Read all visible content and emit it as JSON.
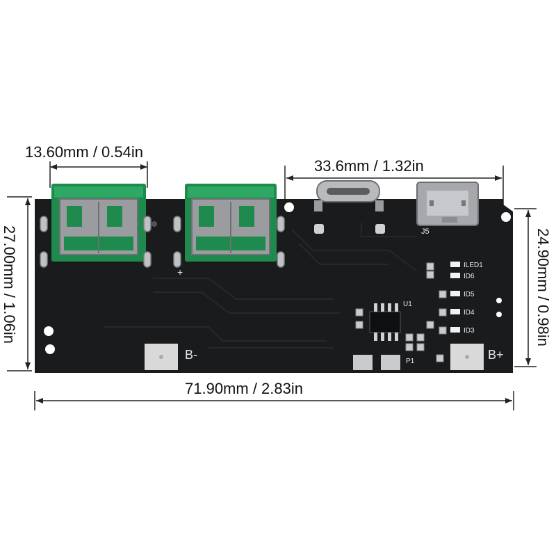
{
  "dimensions": {
    "usb_port_width": "13.60mm / 0.54in",
    "connector_span": "33.6mm / 1.32in",
    "board_length": "71.90mm / 2.83in",
    "board_height_left": "27.00mm / 1.06in",
    "board_height_right": "24.90mm / 0.98in"
  },
  "board": {
    "connector_label_j5": "J5",
    "pad_label_bminus": "B-",
    "pad_label_bplus": "B+",
    "plus_mark": "+",
    "ic_label": "U1",
    "p1_label": "P1",
    "led_labels": [
      "ILED1",
      "ID6",
      "ID5",
      "ID4",
      "ID3"
    ]
  },
  "colors": {
    "pcb": "#1a1b1d",
    "usb_green": "#1f8a4e",
    "metal": "#9a9ca0",
    "pad": "#d9d9d9",
    "silk": "#e8e8e8"
  }
}
